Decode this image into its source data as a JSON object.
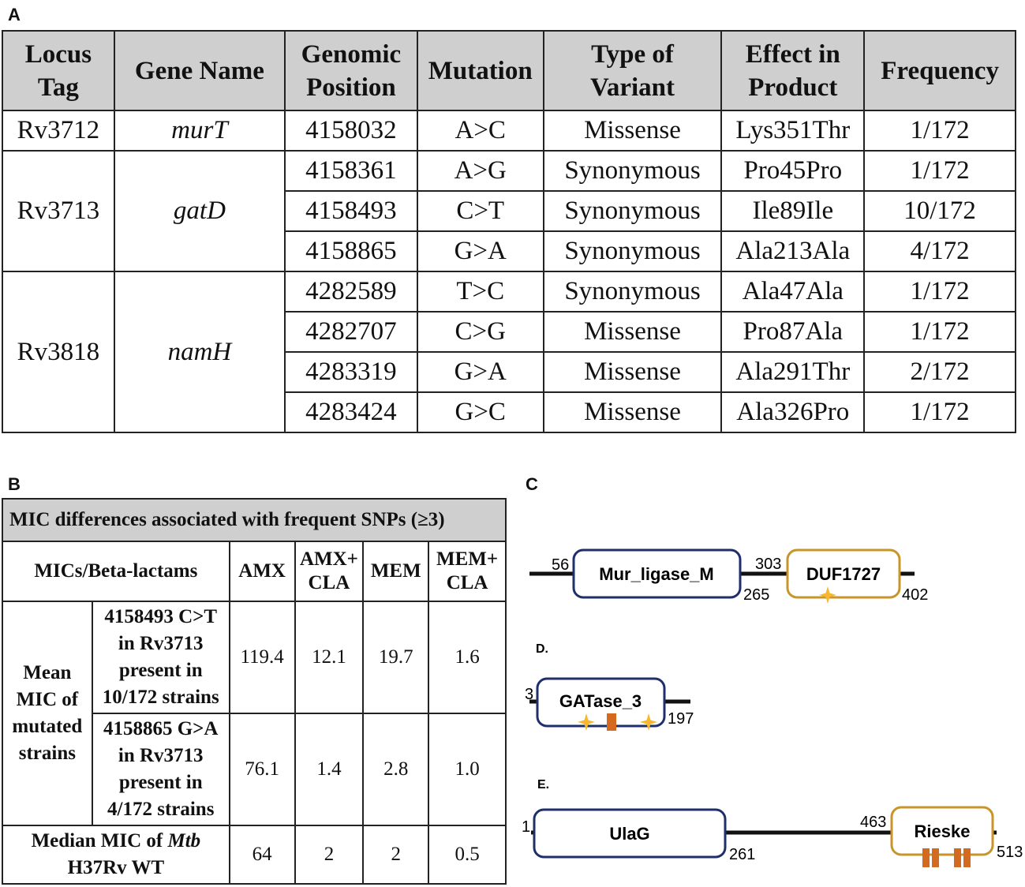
{
  "panels": {
    "a": "A",
    "b": "B",
    "c": "C",
    "d": "D.",
    "e": "E."
  },
  "tableA": {
    "headers": [
      "Locus Tag",
      "Gene Name",
      "Genomic Position",
      "Mutation",
      "Type of Variant",
      "Effect in Product",
      "Frequency"
    ],
    "groups": [
      {
        "locus": "Rv3712",
        "gene": "murT",
        "rows": [
          {
            "position": "4158032",
            "mutation": "A>C",
            "variant": "Missense",
            "effect": "Lys351Thr",
            "frequency": "1/172"
          }
        ]
      },
      {
        "locus": "Rv3713",
        "gene": "gatD",
        "rows": [
          {
            "position": "4158361",
            "mutation": "A>G",
            "variant": "Synonymous",
            "effect": "Pro45Pro",
            "frequency": "1/172"
          },
          {
            "position": "4158493",
            "mutation": "C>T",
            "variant": "Synonymous",
            "effect": "Ile89Ile",
            "frequency": "10/172"
          },
          {
            "position": "4158865",
            "mutation": "G>A",
            "variant": "Synonymous",
            "effect": "Ala213Ala",
            "frequency": "4/172"
          }
        ]
      },
      {
        "locus": "Rv3818",
        "gene": "namH",
        "rows": [
          {
            "position": "4282589",
            "mutation": "T>C",
            "variant": "Synonymous",
            "effect": "Ala47Ala",
            "frequency": "1/172"
          },
          {
            "position": "4282707",
            "mutation": "C>G",
            "variant": "Missense",
            "effect": "Pro87Ala",
            "frequency": "1/172"
          },
          {
            "position": "4283319",
            "mutation": "G>A",
            "variant": "Missense",
            "effect": "Ala291Thr",
            "frequency": "2/172"
          },
          {
            "position": "4283424",
            "mutation": "G>C",
            "variant": "Missense",
            "effect": "Ala326Pro",
            "frequency": "1/172"
          }
        ]
      }
    ]
  },
  "tableB": {
    "title": "MIC differences associated with frequent SNPs (≥3)",
    "col_header": "MICs/Beta-lactams",
    "drugs": [
      "AMX",
      "AMX+\nCLA",
      "MEM",
      "MEM+\nCLA"
    ],
    "group_label": "Mean MIC of mutated strains",
    "rows": [
      {
        "label": "4158493 C>T in Rv3713 present in 10/172 strains",
        "values": [
          "119.4",
          "12.1",
          "19.7",
          "1.6"
        ]
      },
      {
        "label": "4158865 G>A in Rv3713 present in 4/172 strains",
        "values": [
          "76.1",
          "1.4",
          "2.8",
          "1.0"
        ]
      }
    ],
    "wt_label_pre": "Median MIC of ",
    "wt_label_italic": "Mtb",
    "wt_label_post": "H37Rv WT",
    "wt_values": [
      "64",
      "2",
      "2",
      "0.5"
    ]
  },
  "diagramC": {
    "domains": [
      {
        "name": "Mur_ligase_M",
        "start": "56",
        "end": "265",
        "color": "#1f2f6b"
      },
      {
        "name": "DUF1727",
        "start": "303",
        "end": "402",
        "color": "#c8952a"
      }
    ]
  },
  "diagramD": {
    "domains": [
      {
        "name": "GATase_3",
        "start": "3",
        "end": "197",
        "color": "#1f2f6b"
      }
    ]
  },
  "diagramE": {
    "domains": [
      {
        "name": "UlaG",
        "start": "1",
        "end": "261",
        "color": "#1f2f6b"
      },
      {
        "name": "Rieske",
        "start": "463",
        "end": "513",
        "color": "#c8952a"
      }
    ]
  },
  "colors": {
    "star": "#f5b82e",
    "bar": "#d46a1f",
    "header_bg": "#cfcfcf"
  }
}
